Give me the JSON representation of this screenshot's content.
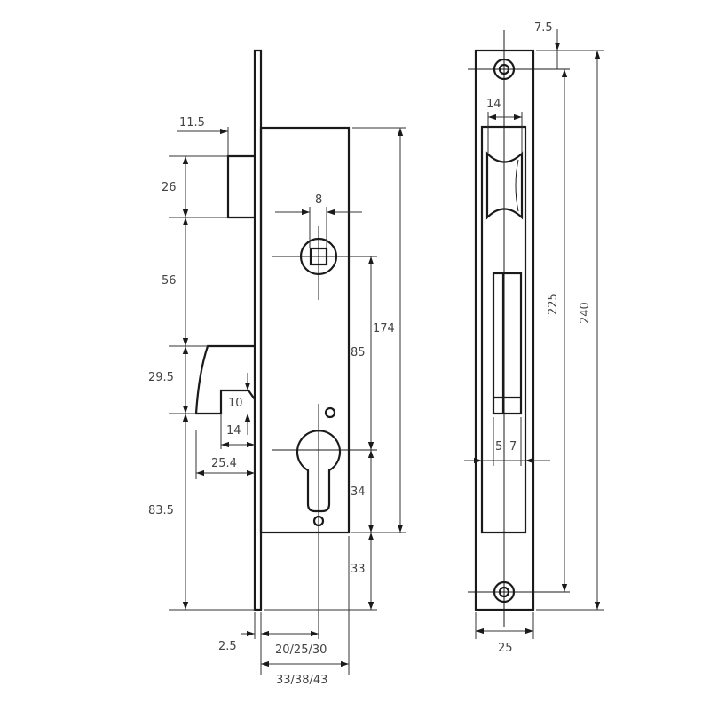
{
  "title": "Mortise lock dimensional drawing",
  "colors": {
    "line": "#1a1a1a",
    "text": "#444444",
    "background": "#ffffff"
  },
  "side_view": {
    "dims": {
      "bolt_projection": "11.5",
      "deadbolt_height": "26",
      "bolt_to_latch": "56",
      "latch_height": "29.5",
      "latch_step": "10",
      "latch_step_width": "14",
      "latch_projection": "25.4",
      "latch_to_bottom": "83.5",
      "spindle_square": "8",
      "case_height": "174",
      "spindle_to_cylinder": "85",
      "cylinder_to_case_bottom": "34",
      "case_bottom_to_plate_end": "33",
      "plate_thickness": "2.5",
      "backset": "20/25/30",
      "case_depth": "33/38/43"
    }
  },
  "front_view": {
    "dims": {
      "screw_offset": "7.5",
      "roller_width": "14",
      "screw_distance": "225",
      "plate_length": "240",
      "slot_a": "5",
      "slot_b": "7",
      "plate_width": "25"
    }
  }
}
